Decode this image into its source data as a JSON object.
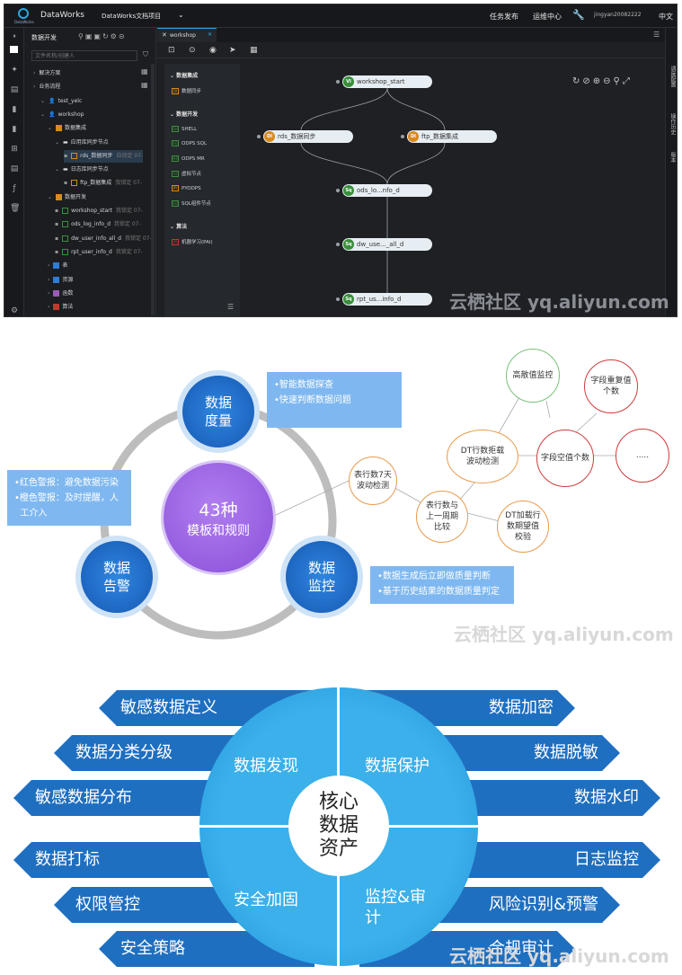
{
  "panel1": {
    "topbar": {
      "logo_small": "DataWorks",
      "app_title": "DataWorks",
      "project": "DataWorks文档项目",
      "publish": "任务发布",
      "ops": "运维中心",
      "user": "jingyan20082222",
      "lang": "中文"
    },
    "tree": {
      "title": "数据开发",
      "search_placeholder": "文件名称/创建人",
      "rows": [
        {
          "label": "解决方案",
          "meta": ""
        },
        {
          "label": "业务流程",
          "meta": ""
        },
        {
          "label": "test_yelc",
          "meta": ""
        },
        {
          "label": "workshop",
          "meta": ""
        },
        {
          "label": "数据集成",
          "meta": ""
        },
        {
          "label": "应用库同步节点",
          "meta": ""
        },
        {
          "label": "rds_数据同步",
          "meta": "自动定 07-"
        },
        {
          "label": "日志库同步节点",
          "meta": ""
        },
        {
          "label": "ftp_数据集成",
          "meta": "我锁定 07-"
        },
        {
          "label": "数据开发",
          "meta": ""
        },
        {
          "label": "workshop_start",
          "meta": "我锁定 07-"
        },
        {
          "label": "ods_log_info_d",
          "meta": "我锁定 07-"
        },
        {
          "label": "dw_user_info_all_d",
          "meta": "我锁定 07-"
        },
        {
          "label": "rpt_user_info_d",
          "meta": "我锁定 07-"
        },
        {
          "label": "表",
          "meta": ""
        },
        {
          "label": "资源",
          "meta": ""
        },
        {
          "label": "函数",
          "meta": ""
        },
        {
          "label": "算法",
          "meta": ""
        }
      ]
    },
    "tab": "workshop",
    "palette": {
      "sections": [
        {
          "header": "数据集成",
          "items": [
            {
              "badge": "DI",
              "label": "数据同步"
            }
          ]
        },
        {
          "header": "数据开发",
          "items": [
            {
              "badge": "SH",
              "label": "SHELL"
            },
            {
              "badge": "SQ",
              "label": "ODPS SQL"
            },
            {
              "badge": "MR",
              "label": "ODPS MR"
            },
            {
              "badge": "VI",
              "label": "虚拟节点"
            },
            {
              "badge": "PY",
              "label": "PYODPS"
            },
            {
              "badge": "SQ",
              "label": "SQL组件节点"
            }
          ]
        },
        {
          "header": "算法",
          "items": [
            {
              "badge": "PI",
              "label": "机器学习(PAI)"
            }
          ]
        }
      ]
    },
    "nodes": {
      "n1": {
        "badge": "VI",
        "label": "workshop_start",
        "color": "#3a8f3a"
      },
      "n2": {
        "badge": "DI",
        "label": "rds_数据同步",
        "color": "#d88a1e"
      },
      "n3": {
        "badge": "DI",
        "label": "ftp_数据集成",
        "color": "#d88a1e"
      },
      "n4": {
        "badge": "Sq",
        "label": "ods_lo...nfo_d",
        "color": "#3a8f3a"
      },
      "n5": {
        "badge": "Sq",
        "label": "dw_use..._all_d",
        "color": "#3a8f3a"
      },
      "n6": {
        "badge": "Sq",
        "label": "rpt_us...info_d",
        "color": "#3a8f3a"
      }
    },
    "right_rail": [
      "调度配置",
      "操作历史",
      "版本"
    ]
  },
  "panel2": {
    "center": {
      "title": "43种",
      "subtitle": "模板和规则"
    },
    "c_measure": "数据\n度量",
    "c_alert": "数据\n告警",
    "c_monitor": "数据\n监控",
    "box_measure": [
      "•智能数据探查",
      "•快速判断数据问题"
    ],
    "box_alert": [
      "•红色警报：避免数据污染",
      "•橙色警报：及时提醒，人",
      "  工介入"
    ],
    "box_monitor": [
      "•数据生成后立即做质量判断",
      "•基于历史结果的数据质量判定"
    ],
    "orange_nodes": [
      "表行数7天\n波动检测",
      "表行数与\n上一周期\n比较",
      "DT行数拒载\n波动检测",
      "DT加载行\n数期望值\n校验"
    ],
    "green_node": "高散值监控",
    "red_nodes": [
      "字段重复值\n个数",
      "字段空值个数",
      "....."
    ],
    "colors": {
      "blue": "#1e6fc9",
      "lightblue": "#7fb8f0",
      "purple": "#9b5ee0",
      "orange": "#e89a4e",
      "green": "#79c27a",
      "red": "#cc3c3c"
    }
  },
  "panel3": {
    "center": "核心\n数据\n资产",
    "quadrants": [
      "数据发现",
      "数据保护",
      "安全加固",
      "监控&审\n计"
    ],
    "left_arrows": [
      "敏感数据定义",
      "数据分类分级",
      "敏感数据分布",
      "数据打标",
      "权限管控",
      "安全策略"
    ],
    "right_arrows": [
      "数据加密",
      "数据脱敏",
      "数据水印",
      "日志监控",
      "风险识别&预警",
      "合规审计"
    ]
  },
  "watermark": "云栖社区 yq.aliyun.com"
}
